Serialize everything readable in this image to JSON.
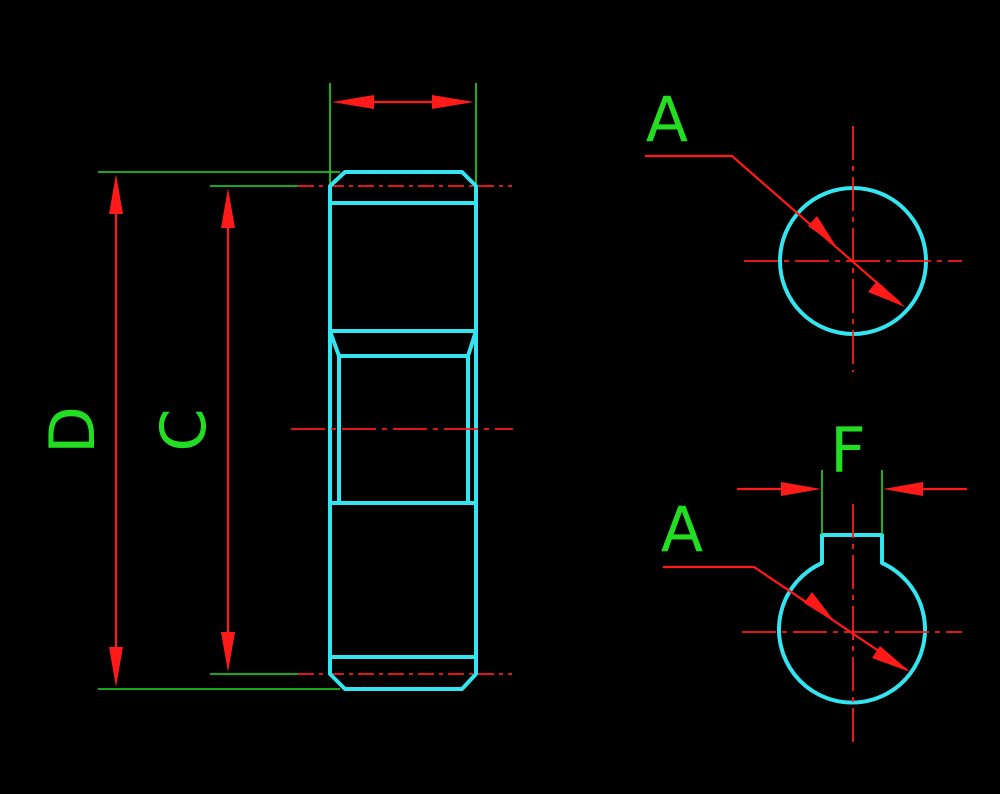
{
  "drawing": {
    "labels": {
      "dim_d": "D",
      "dim_c": "C",
      "section_a_top": "A",
      "section_a_bottom": "A",
      "keyway_f": "F"
    },
    "colors": {
      "background": "#000000",
      "outline": "#33E5F0",
      "dimension": "#22DD22",
      "centerline": "#FF1A1A",
      "text": "#22DD22"
    }
  }
}
